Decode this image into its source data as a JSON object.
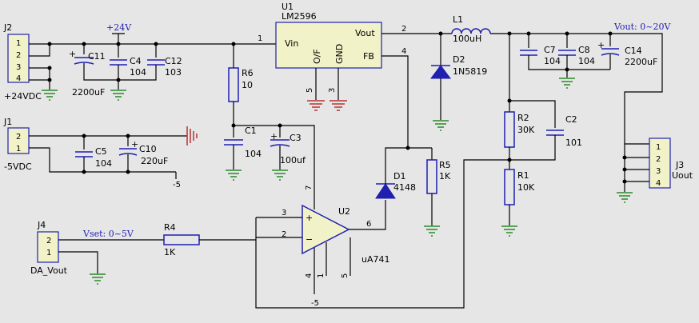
{
  "diagram": {
    "u1": {
      "ref": "U1",
      "part": "LM2596",
      "pins": {
        "vin": "Vin",
        "vout": "Vout",
        "fb": "FB",
        "of": "O/F",
        "gnd": "GND"
      },
      "pin_numbers": {
        "p1": "1",
        "p2": "2",
        "p4": "4",
        "p5": "5",
        "p3": "3"
      }
    },
    "u2": {
      "ref": "U2",
      "part": "uA741",
      "pin_numbers": {
        "p2": "2",
        "p3": "3",
        "p4": "4",
        "p5": "5",
        "p6": "6",
        "p7": "7",
        "p1": "1"
      }
    },
    "connectors": {
      "j2": {
        "ref": "J2",
        "pins": [
          "1",
          "2",
          "3",
          "4"
        ],
        "label": "+24VDC"
      },
      "j1": {
        "ref": "J1",
        "pins": [
          "2",
          "1"
        ],
        "label": "-5VDC"
      },
      "j4": {
        "ref": "J4",
        "pins": [
          "2",
          "1"
        ],
        "label": "DA_Vout"
      },
      "j3": {
        "ref": "J3",
        "pins": [
          "1",
          "2",
          "3",
          "4"
        ],
        "label": "Uout"
      }
    },
    "components": {
      "c11": {
        "ref": "C11",
        "value": "2200uF"
      },
      "c4": {
        "ref": "C4",
        "value": "104"
      },
      "c12": {
        "ref": "C12",
        "value": "103"
      },
      "r6": {
        "ref": "R6",
        "value": "10"
      },
      "c1": {
        "ref": "C1",
        "value": "104"
      },
      "c3": {
        "ref": "C3",
        "value": "100uf"
      },
      "c5": {
        "ref": "C5",
        "value": "104"
      },
      "c10": {
        "ref": "C10",
        "value": "220uF"
      },
      "l1": {
        "ref": "L1",
        "value": "100uH"
      },
      "d2": {
        "ref": "D2",
        "value": "1N5819"
      },
      "c7": {
        "ref": "C7",
        "value": "104"
      },
      "c8": {
        "ref": "C8",
        "value": "104"
      },
      "c14": {
        "ref": "C14",
        "value": "2200uF"
      },
      "r2": {
        "ref": "R2",
        "value": "30K"
      },
      "r1": {
        "ref": "R1",
        "value": "10K"
      },
      "c2": {
        "ref": "C2",
        "value": "101"
      },
      "r5": {
        "ref": "R5",
        "value": "1K"
      },
      "d1": {
        "ref": "D1",
        "value": "4148"
      },
      "r4": {
        "ref": "R4",
        "value": "1K"
      }
    },
    "nets": {
      "plus24": "+24V",
      "vout": "Vout: 0~20V",
      "vset": "Vset: 0~5V",
      "minus5_a": "-5",
      "minus5_b": "-5"
    }
  }
}
